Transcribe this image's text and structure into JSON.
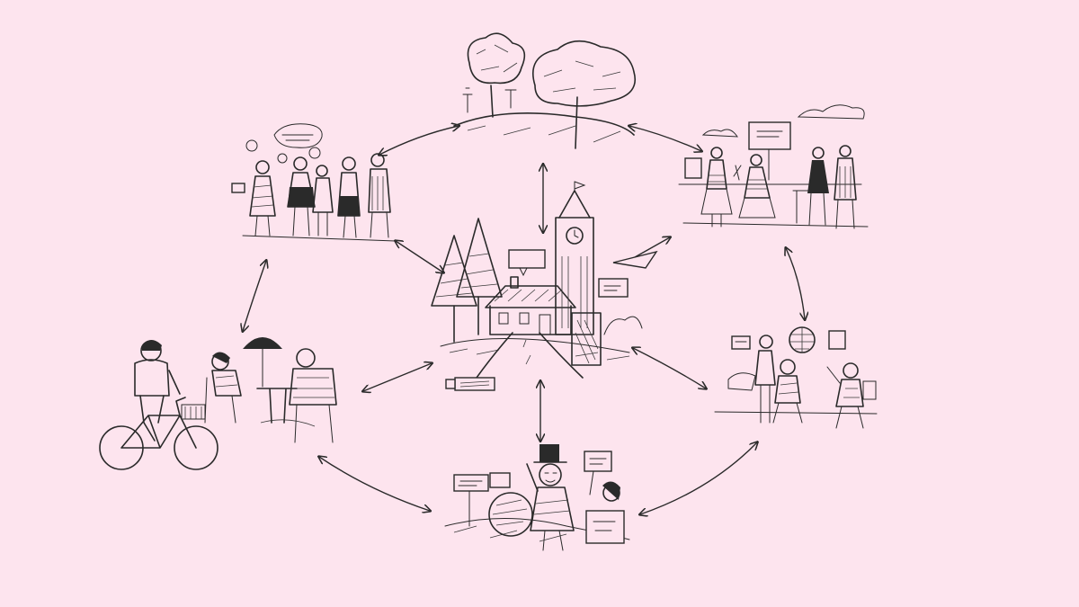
{
  "canvas": {
    "background": "#fde4ee",
    "ink_color": "#2a2a2a"
  },
  "scenes": [
    {
      "id": "central-town",
      "icon": "town-with-clock-tower"
    },
    {
      "id": "park-trees",
      "icon": "trees-on-hill"
    },
    {
      "id": "exhibition",
      "icon": "people-at-exhibition"
    },
    {
      "id": "classroom",
      "icon": "children-learning"
    },
    {
      "id": "celebration",
      "icon": "person-in-top-hat-celebrating"
    },
    {
      "id": "leisure",
      "icon": "cyclist-and-cafe"
    },
    {
      "id": "social-gathering",
      "icon": "people-chatting"
    }
  ],
  "connections": [
    [
      "central-town",
      "park-trees"
    ],
    [
      "central-town",
      "exhibition"
    ],
    [
      "central-town",
      "classroom"
    ],
    [
      "central-town",
      "celebration"
    ],
    [
      "central-town",
      "leisure"
    ],
    [
      "central-town",
      "social-gathering"
    ],
    [
      "park-trees",
      "exhibition"
    ],
    [
      "exhibition",
      "classroom"
    ],
    [
      "classroom",
      "celebration"
    ],
    [
      "celebration",
      "leisure"
    ],
    [
      "leisure",
      "social-gathering"
    ],
    [
      "social-gathering",
      "park-trees"
    ]
  ]
}
